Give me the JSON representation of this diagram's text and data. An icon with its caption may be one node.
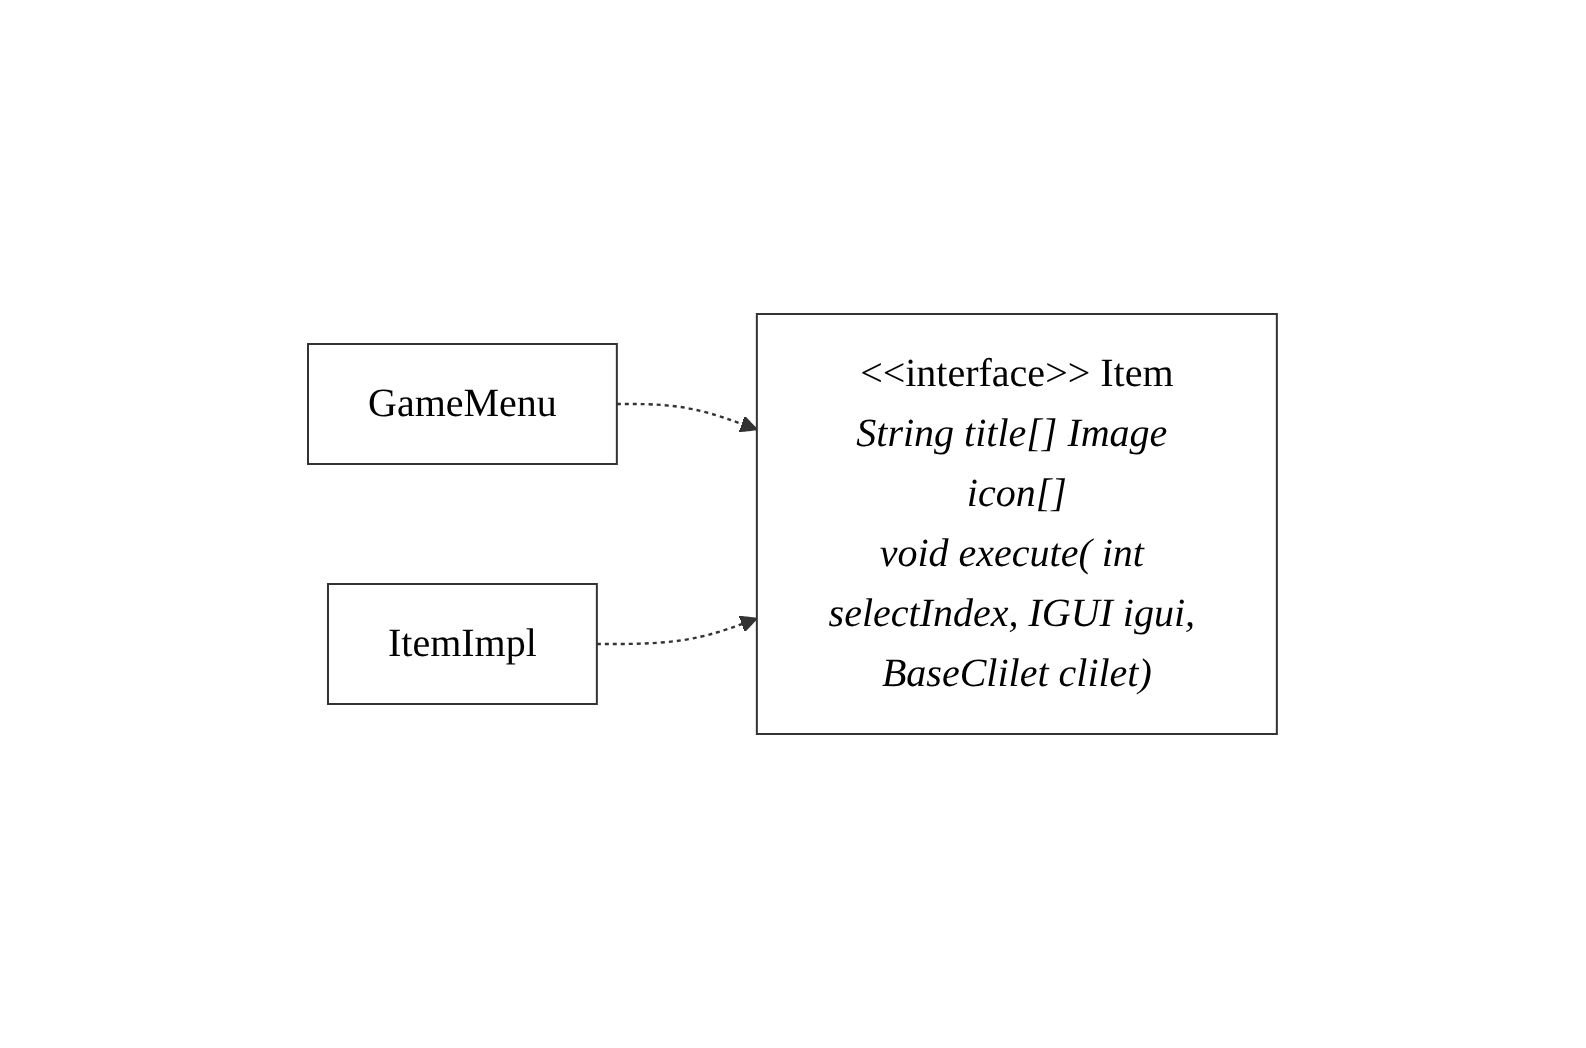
{
  "diagram": {
    "nodes": [
      {
        "text": [
          "GameMenu"
        ]
      },
      {
        "text": [
          "<<interface>> Item",
          "String title[] Image icon[]",
          "void execute( int selectIndex, IGUI igui, BaseClilet clilet)"
        ]
      },
      {
        "text": [
          "ItemImpl"
        ]
      }
    ],
    "edges": [
      {
        "from": 0,
        "to": 1,
        "arrow": "to",
        "style": "dashed"
      },
      {
        "from": 2,
        "to": 1,
        "arrow": "to",
        "style": "dashed"
      }
    ]
  }
}
